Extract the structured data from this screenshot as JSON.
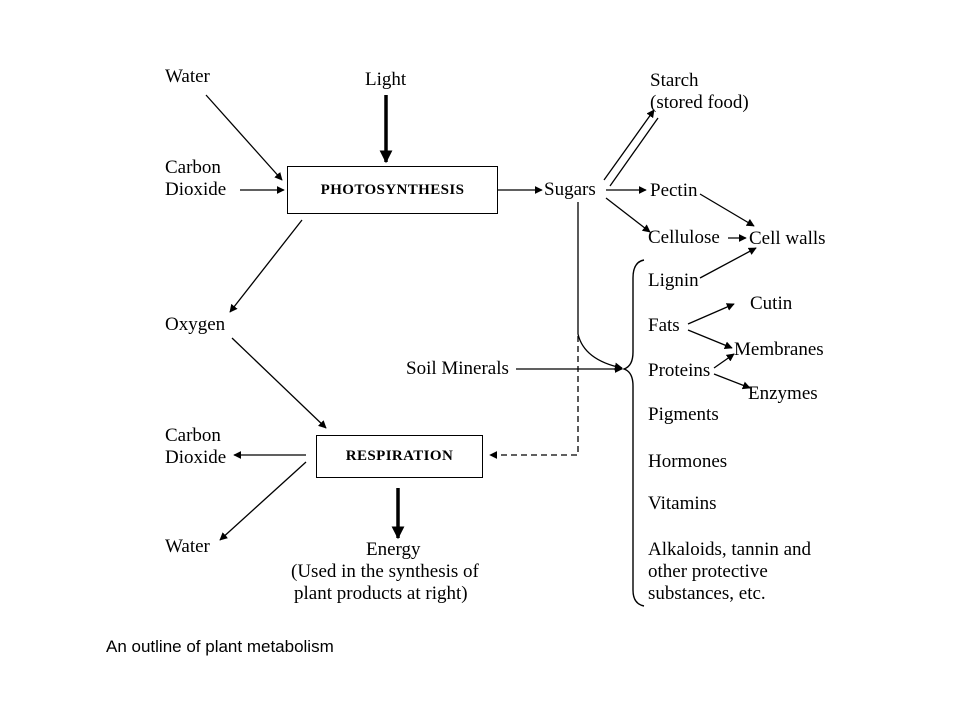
{
  "inputs": {
    "water": "Water",
    "light": "Light",
    "carbon_dioxide": [
      "Carbon",
      "Dioxide"
    ],
    "soil_minerals": "Soil Minerals"
  },
  "processes": {
    "photosynthesis": "PHOTOSYNTHESIS",
    "respiration": "RESPIRATION"
  },
  "intermediates": {
    "oxygen": "Oxygen",
    "sugars": "Sugars"
  },
  "sugar_products": {
    "starch": [
      "Starch",
      "(stored food)"
    ],
    "pectin": "Pectin",
    "cellulose": "Cellulose",
    "cell_walls": "Cell walls"
  },
  "bracket_products": [
    "Lignin",
    "Fats",
    "Proteins",
    "Pigments",
    "Hormones",
    "Vitamins",
    "Alkaloids, tannin and",
    "other protective",
    "substances,  etc."
  ],
  "derived_products": {
    "cutin": "Cutin",
    "membranes": "Membranes",
    "enzymes": "Enzymes"
  },
  "respiration_outputs": {
    "carbon_dioxide": [
      "Carbon",
      "Dioxide"
    ],
    "water": "Water",
    "energy": [
      "Energy",
      "(Used in the synthesis of",
      "plant products at right)"
    ]
  },
  "caption": "An outline of plant metabolism"
}
